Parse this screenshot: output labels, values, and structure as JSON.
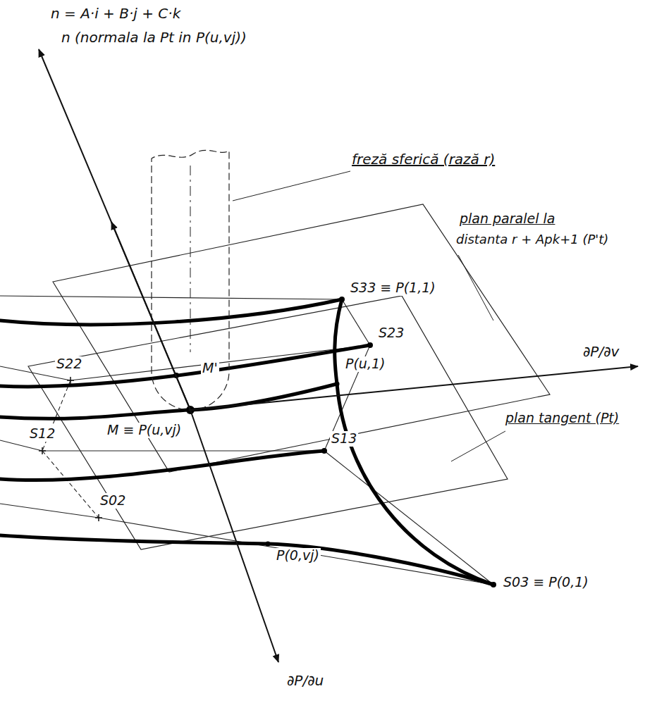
{
  "diagram": {
    "labels": [
      "n = A·i + B·j + C·k",
      "n (normala la Pt in P(u,vj))",
      "freză sferică (rază r)",
      "plan paralel la",
      "distanta r + Apk+1 (P't)",
      "∂P/∂v",
      "plan tangent (Pt)",
      "S33 ≡ P(1,1)",
      "S23",
      "P(u,1)",
      "S22",
      "M'",
      "M ≡ P(u,vj)",
      "S12",
      "S13",
      "S02",
      "P(0,vj)",
      "S03 ≡ P(0,1)",
      "∂P/∂u"
    ]
  }
}
